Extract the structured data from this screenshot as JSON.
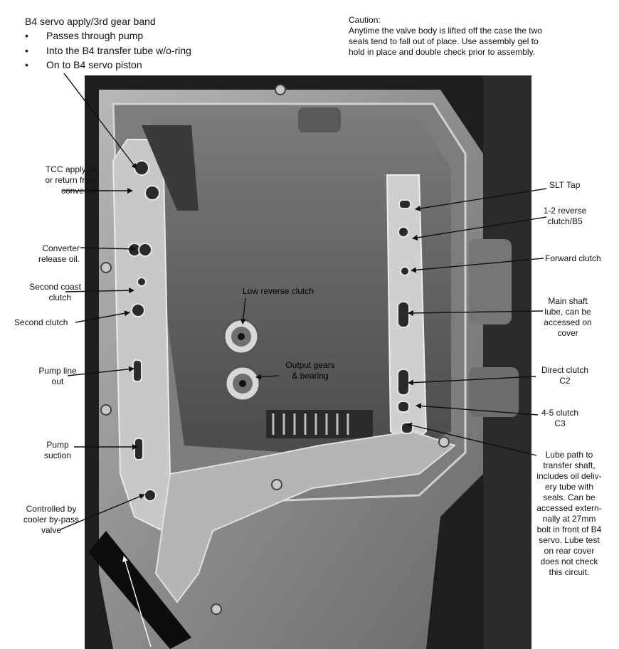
{
  "header": {
    "title": "B4 servo apply/3rd gear band",
    "bullets": [
      "Passes through pump",
      "Into the B4 transfer tube w/o-ring",
      "On to B4  servo piston"
    ]
  },
  "caution": {
    "heading": "Caution:",
    "lines": [
      "Anytime the valve body is lifted off the case the two",
      "seals tend to fall out of place.  Use assembly gel to",
      "hold in place and double check prior to assembly."
    ]
  },
  "labels_left": {
    "tcc": [
      "TCC apply oil",
      "or return from",
      "converter"
    ],
    "converter_release": [
      "Converter",
      "release oil."
    ],
    "second_coast": [
      "Second  coast",
      "clutch"
    ],
    "second_clutch": [
      "Second clutch"
    ],
    "pump_line": [
      "Pump line",
      "out"
    ],
    "pump_suction": [
      "Pump",
      "suction"
    ],
    "bypass": [
      "Controlled by",
      "cooler by-pass",
      "valve"
    ]
  },
  "labels_center": {
    "low_reverse": "Low reverse clutch",
    "output_gears": [
      "Output gears",
      "& bearing"
    ]
  },
  "labels_right": {
    "slt": [
      "SLT Tap"
    ],
    "reverse_b5": [
      "1-2 reverse",
      "clutch/B5"
    ],
    "forward": [
      "Forward clutch"
    ],
    "main_shaft": [
      "Main shaft",
      "lube, can be",
      "accessed on",
      "cover"
    ],
    "direct": [
      "Direct clutch",
      "C2"
    ],
    "c3": [
      "4-5 clutch",
      "C3"
    ],
    "lube_path": [
      "Lube path to",
      "transfer shaft,",
      "includes oil deliv-",
      "ery tube with",
      "seals.  Can be",
      "accessed extern-",
      "nally at 27mm",
      "bolt in front of B4",
      "servo.  Lube test",
      "on rear cover",
      "does not check",
      "this circuit."
    ]
  },
  "colors": {
    "photo_dark": "#1a1a1a",
    "casting": "#9a9a9a",
    "gasket": "#d2d2d2"
  }
}
